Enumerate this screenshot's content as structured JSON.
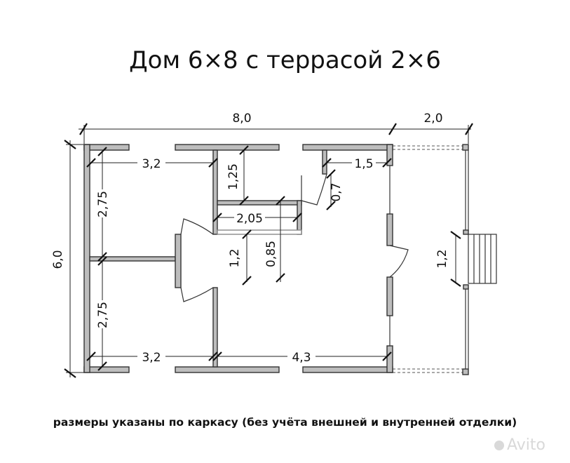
{
  "title": "Дом 6×8 с террасой 2×6",
  "note": "размеры указаны по каркасу (без учёта внешней и внутренней отделки)",
  "watermark": "Avito",
  "dimensions": {
    "house_length": "8,0",
    "terrace_width": "2,0",
    "house_width": "6,0",
    "room_top_left_width": "3,2",
    "room_top_left_depth": "2,75",
    "room_bottom_left_width": "3,2",
    "room_bottom_left_depth": "2,75",
    "bath_depth": "1,25",
    "corridor_width": "2,05",
    "corridor_depth": "0,85",
    "hall_depth": "1,2",
    "closet_width": "1,5",
    "closet_door": "0,7",
    "living_width": "4,3",
    "terrace_stair": "1,2"
  }
}
